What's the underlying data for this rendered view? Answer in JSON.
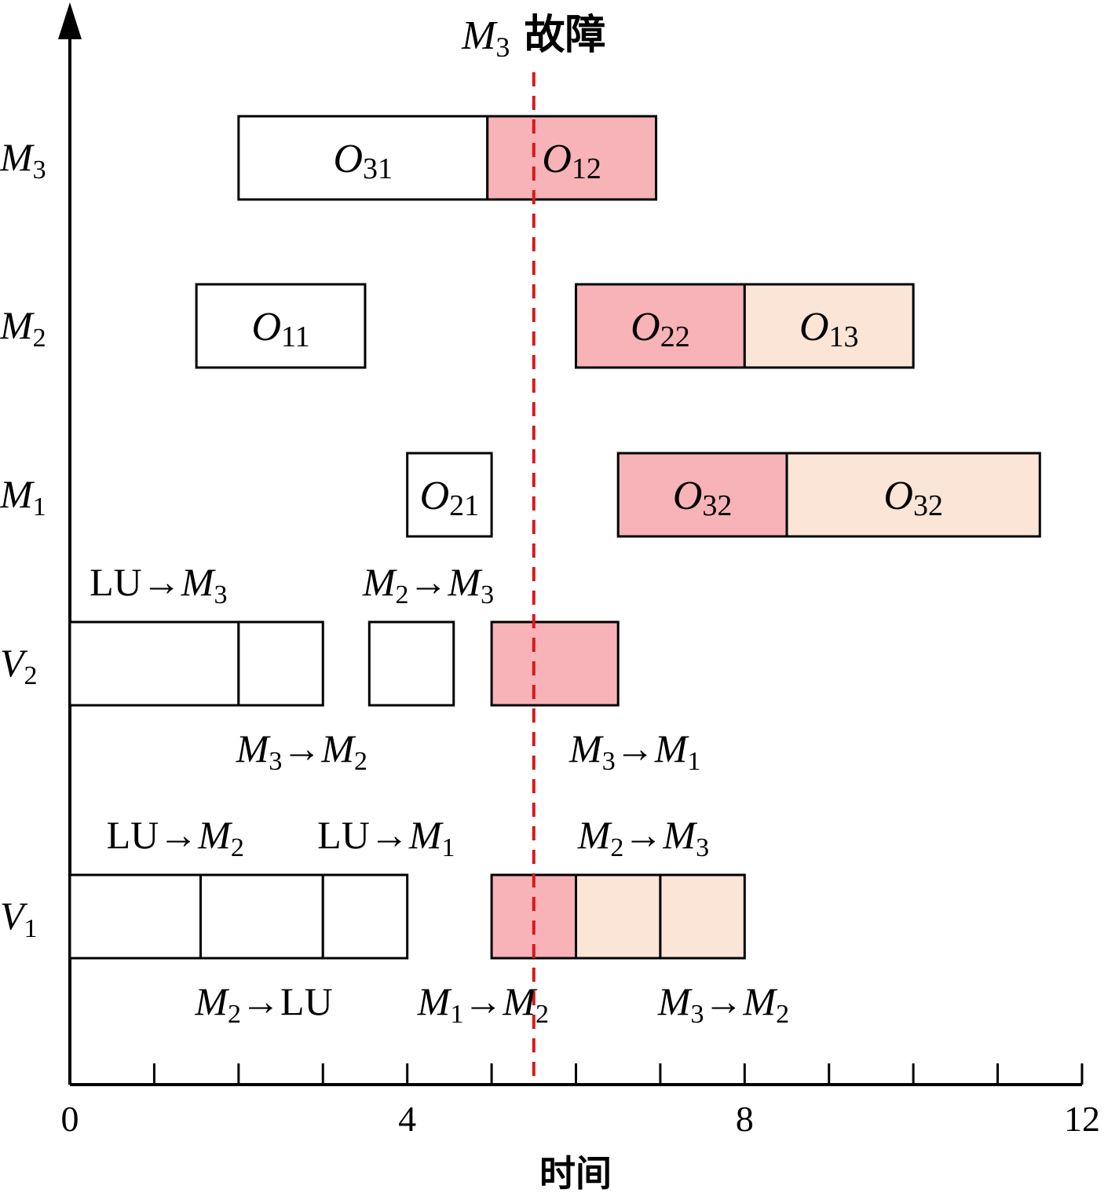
{
  "chart_data": {
    "type": "gantt",
    "fault": {
      "machine": "M",
      "machine_sub": "3",
      "label": "故障",
      "time": 5.5,
      "color": "#d7191c"
    },
    "xlabel": "时间",
    "xlim": [
      0,
      12
    ],
    "x_ticks_labeled": [
      "0",
      "4",
      "8",
      "12"
    ],
    "x_tick_values": [
      0,
      4,
      8,
      12
    ],
    "x_minor_step": 1,
    "rows": [
      {
        "id": "M3",
        "main": "M",
        "sub": "3"
      },
      {
        "id": "M2",
        "main": "M",
        "sub": "2"
      },
      {
        "id": "M1",
        "main": "M",
        "sub": "1"
      },
      {
        "id": "V2",
        "main": "V",
        "sub": "2"
      },
      {
        "id": "V1",
        "main": "V",
        "sub": "1"
      }
    ],
    "colors": {
      "completed": "#ffffff",
      "affected": "#f7b3b7",
      "rescheduled": "#fbe5d6",
      "border": "#000000"
    },
    "tasks": [
      {
        "row": "M3",
        "start": 2.0,
        "end": 4.95,
        "status": "completed",
        "op": "O",
        "sub": "31"
      },
      {
        "row": "M3",
        "start": 4.95,
        "end": 6.95,
        "status": "affected",
        "op": "O",
        "sub": "12"
      },
      {
        "row": "M2",
        "start": 1.5,
        "end": 3.5,
        "status": "completed",
        "op": "O",
        "sub": "11"
      },
      {
        "row": "M2",
        "start": 6.0,
        "end": 8.0,
        "status": "affected",
        "op": "O",
        "sub": "22"
      },
      {
        "row": "M2",
        "start": 8.0,
        "end": 10.0,
        "status": "rescheduled",
        "op": "O",
        "sub": "13"
      },
      {
        "row": "M1",
        "start": 4.0,
        "end": 5.0,
        "status": "completed",
        "op": "O",
        "sub": "21"
      },
      {
        "row": "M1",
        "start": 6.5,
        "end": 8.5,
        "status": "affected",
        "op": "O",
        "sub": "32"
      },
      {
        "row": "M1",
        "start": 8.5,
        "end": 11.5,
        "status": "rescheduled",
        "op": "O",
        "sub": "32"
      },
      {
        "row": "V2",
        "start": 0.0,
        "end": 2.0,
        "status": "completed"
      },
      {
        "row": "V2",
        "start": 2.0,
        "end": 3.0,
        "status": "completed"
      },
      {
        "row": "V2",
        "start": 3.55,
        "end": 4.55,
        "status": "completed"
      },
      {
        "row": "V2",
        "start": 5.0,
        "end": 6.5,
        "status": "affected"
      },
      {
        "row": "V1",
        "start": 0.0,
        "end": 1.55,
        "status": "completed"
      },
      {
        "row": "V1",
        "start": 1.55,
        "end": 3.0,
        "status": "completed"
      },
      {
        "row": "V1",
        "start": 3.0,
        "end": 4.0,
        "status": "completed"
      },
      {
        "row": "V1",
        "start": 5.0,
        "end": 6.0,
        "status": "affected"
      },
      {
        "row": "V1",
        "start": 6.0,
        "end": 7.0,
        "status": "rescheduled"
      },
      {
        "row": "V1",
        "start": 7.0,
        "end": 8.0,
        "status": "rescheduled"
      }
    ],
    "transport_labels": [
      {
        "row": "V2",
        "side": "above",
        "x": 1.05,
        "from": "LU",
        "to": "M",
        "to_sub": "3"
      },
      {
        "row": "V2",
        "side": "above",
        "x": 4.25,
        "from": "M",
        "from_sub": "2",
        "to": "M",
        "to_sub": "3"
      },
      {
        "row": "V2",
        "side": "below",
        "x": 2.75,
        "from": "M",
        "from_sub": "3",
        "to": "M",
        "to_sub": "2"
      },
      {
        "row": "V2",
        "side": "below",
        "x": 6.7,
        "from": "M",
        "from_sub": "3",
        "to": "M",
        "to_sub": "1"
      },
      {
        "row": "V1",
        "side": "above",
        "x": 1.25,
        "from": "LU",
        "to": "M",
        "to_sub": "2"
      },
      {
        "row": "V1",
        "side": "above",
        "x": 3.75,
        "from": "LU",
        "to": "M",
        "to_sub": "1"
      },
      {
        "row": "V1",
        "side": "above",
        "x": 6.8,
        "from": "M",
        "from_sub": "2",
        "to": "M",
        "to_sub": "3"
      },
      {
        "row": "V1",
        "side": "below",
        "x": 2.3,
        "from": "M",
        "from_sub": "2",
        "to": "LU"
      },
      {
        "row": "V1",
        "side": "below",
        "x": 4.9,
        "from": "M",
        "from_sub": "1",
        "to": "M",
        "to_sub": "2"
      },
      {
        "row": "V1",
        "side": "below",
        "x": 7.75,
        "from": "M",
        "from_sub": "3",
        "to": "M",
        "to_sub": "2"
      }
    ]
  }
}
